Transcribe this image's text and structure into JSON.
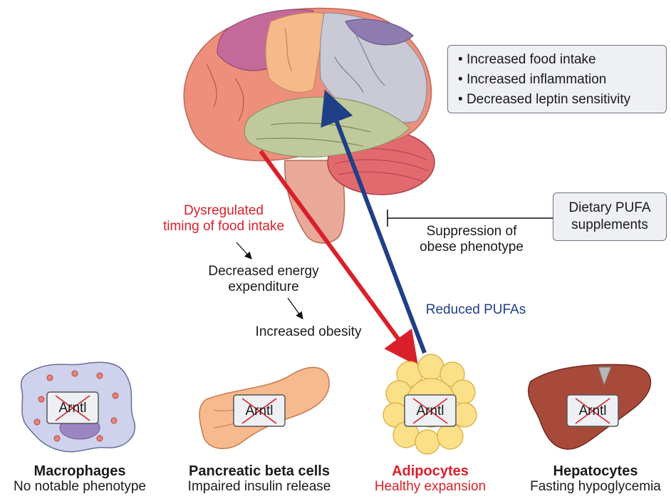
{
  "effects": [
    "Increased food intake",
    "Increased inflammation",
    "Decreased leptin sensitivity"
  ],
  "pufa_box": {
    "line1": "Dietary PUFA",
    "line2": "supplements"
  },
  "suppression": {
    "line1": "Suppression of",
    "line2": "obese phenotype"
  },
  "dysregulated": {
    "line1": "Dysregulated",
    "line2": "timing of food intake"
  },
  "energy": {
    "line1": "Decreased energy",
    "line2": "expenditure"
  },
  "obesity": "Increased obesity",
  "reduced_pufas": "Reduced PUFAs",
  "gene_label": "Arntl",
  "cells": [
    {
      "name": "Macrophages",
      "phenotype": "No notable phenotype"
    },
    {
      "name": "Pancreatic beta cells",
      "phenotype": "Impaired insulin release"
    },
    {
      "name": "Adipocytes",
      "phenotype": "Healthy expansion"
    },
    {
      "name": "Hepatocytes",
      "phenotype": "Fasting hypoglycemia"
    }
  ],
  "colors": {
    "red": "#d9202a",
    "blue": "#1f3f86",
    "box_fill": "#eef0f4"
  }
}
